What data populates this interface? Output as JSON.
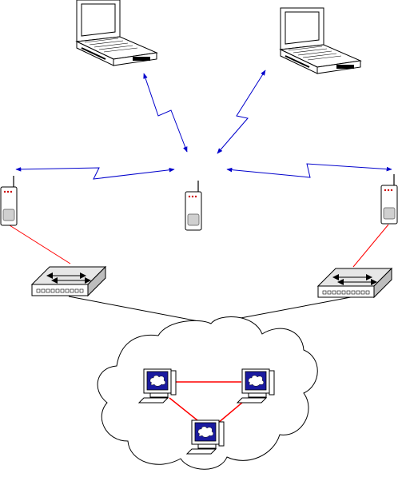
{
  "colors": {
    "wireless_link": "#0000cc",
    "wired_link": "#ff0000",
    "backbone_link": "#000000",
    "screen_blue": "#1a1aa0",
    "device_outline": "#000000",
    "device_fill": "#ffffff",
    "device_shade": "#d0d0d0"
  },
  "nodes": {
    "laptops": [
      "laptop",
      "laptop"
    ],
    "access_points": [
      "access-point",
      "access-point",
      "access-point"
    ],
    "switches": [
      "switch",
      "switch"
    ],
    "cloud": "network-cloud",
    "desktops": [
      "desktop-computer",
      "desktop-computer",
      "desktop-computer"
    ]
  }
}
